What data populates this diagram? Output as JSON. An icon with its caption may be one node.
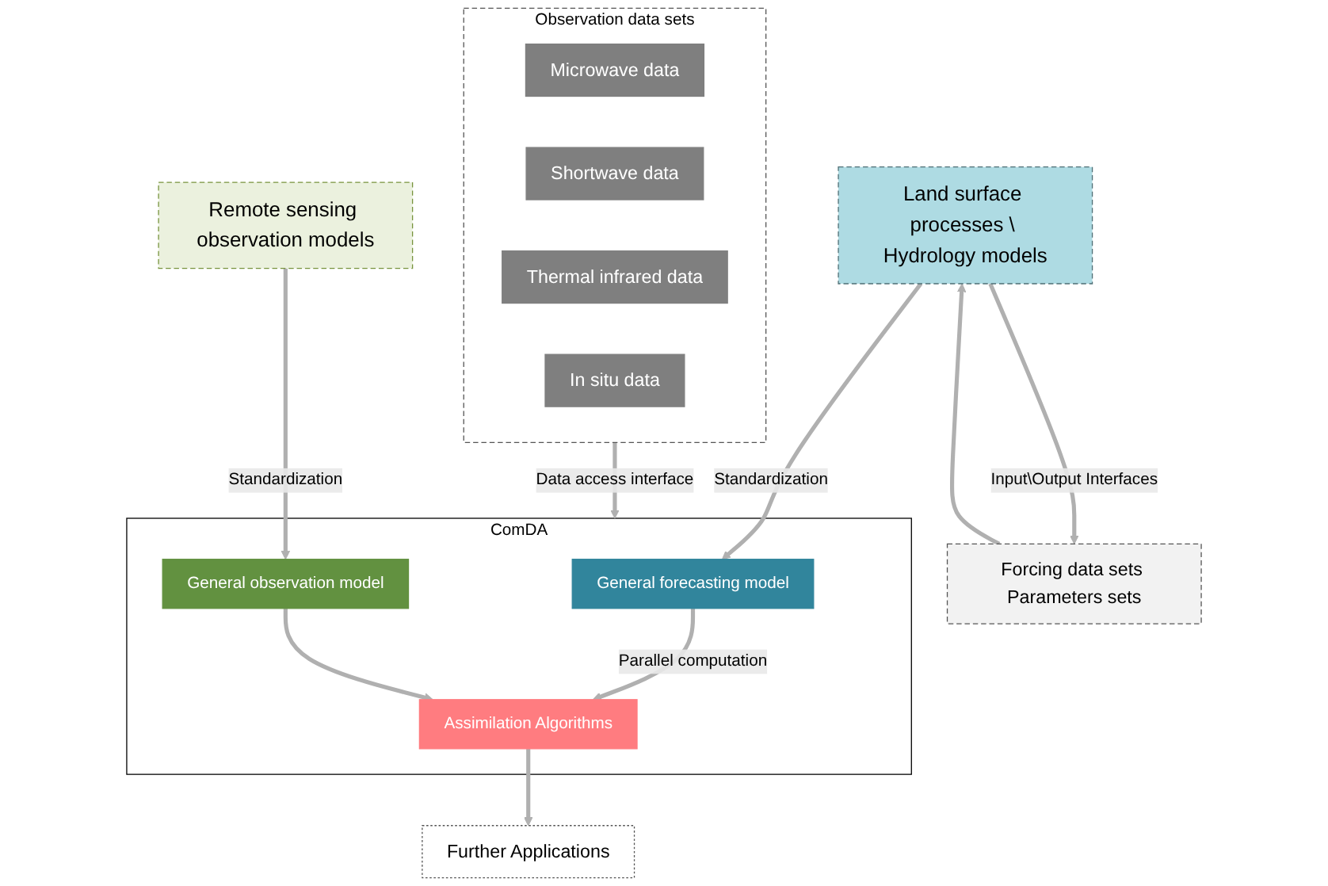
{
  "diagram": {
    "nodes": [
      {
        "text": [
          "Land surface processes \\ Hydrology models"
        ]
      },
      {
        "text": [
          "Forcing data sets Parameters sets"
        ]
      },
      {
        "text": [
          "Remote sensing observation models"
        ]
      },
      {
        "text": [
          "ComDA"
        ]
      },
      {
        "text": [
          "General forecasting model"
        ],
        "in": 3
      },
      {
        "text": [
          "General observation model"
        ],
        "in": 3
      },
      {
        "text": [
          "Assimilation Algorithms"
        ],
        "in": 3
      },
      {
        "text": [
          "Further Applications"
        ]
      },
      {
        "text": [
          "Observation data sets"
        ]
      },
      {
        "text": [
          "Microwave data"
        ],
        "in": 8
      },
      {
        "text": [
          "Shortwave data"
        ],
        "in": 8
      },
      {
        "text": [
          "Thermal infrared data"
        ],
        "in": 8
      },
      {
        "text": [
          "In situ data"
        ],
        "in": 8
      }
    ],
    "edges": [
      {
        "from": 0,
        "to": 1,
        "arrow": "to",
        "label": "Input\\Output Interfaces"
      },
      {
        "from": 1,
        "to": 0,
        "arrow": "to"
      },
      {
        "from": 0,
        "to": 4,
        "arrow": "to",
        "label": "Standardization"
      },
      {
        "from": 2,
        "to": 5,
        "arrow": "to",
        "label": "Standardization"
      },
      {
        "from": 4,
        "to": 6,
        "arrow": "to",
        "label": "Parallel computation"
      },
      {
        "from": 5,
        "to": 6,
        "arrow": "to"
      },
      {
        "from": 6,
        "to": 7,
        "arrow": "to"
      },
      {
        "from": 8,
        "to": 3,
        "arrow": "to",
        "label": "Data access interface"
      }
    ]
  }
}
